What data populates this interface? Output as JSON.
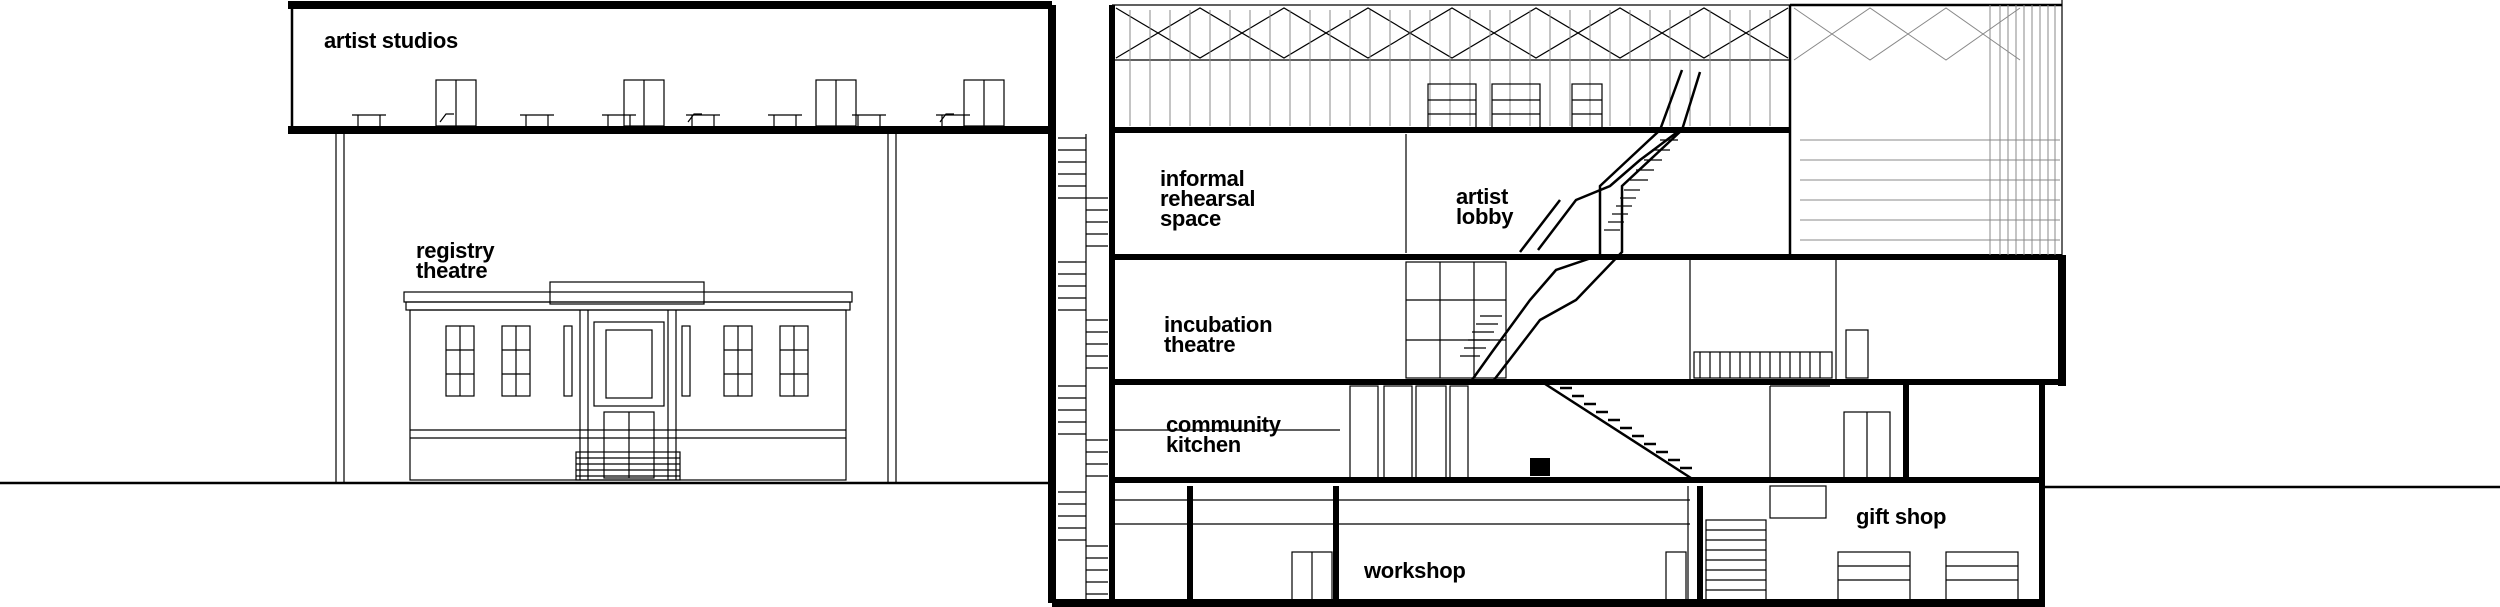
{
  "diagram": {
    "labels": {
      "artist_studios": "artist studios",
      "registry_theatre_1": "registry",
      "registry_theatre_2": "theatre",
      "informal_1": "informal",
      "informal_2": "rehearsal",
      "informal_3": "space",
      "artist_lobby_1": "artist",
      "artist_lobby_2": "lobby",
      "incubation_1": "incubation",
      "incubation_2": "theatre",
      "community_1": "community",
      "community_2": "kitchen",
      "gift_shop": "gift shop",
      "workshop": "workshop"
    },
    "colors": {
      "ink": "#000000",
      "paper": "#ffffff",
      "faint_line": "#888888"
    }
  }
}
